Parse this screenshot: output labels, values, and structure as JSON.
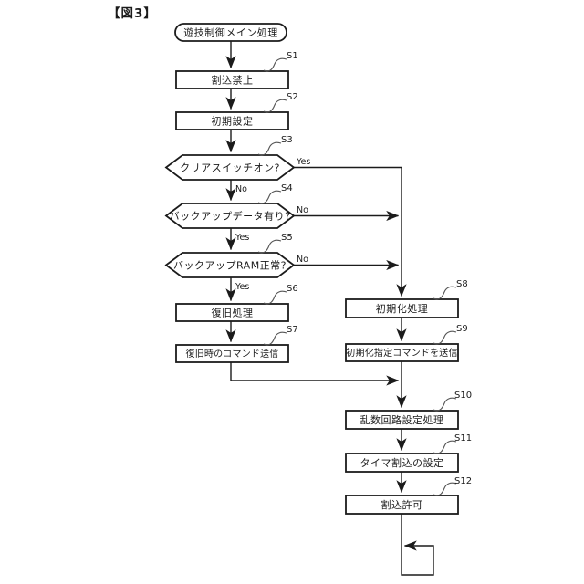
{
  "figure_label": "【図3】",
  "colors": {
    "line": "#1b1b1b",
    "background": "#ffffff"
  },
  "flowchart": {
    "start_label": "遊技制御メイン処理",
    "branch": {
      "yes": "Yes",
      "no": "No"
    },
    "steps": [
      {
        "id": "S1",
        "label": "割込禁止",
        "type": "process"
      },
      {
        "id": "S2",
        "label": "初期設定",
        "type": "process"
      },
      {
        "id": "S3",
        "label": "クリアスイッチオン?",
        "type": "decision"
      },
      {
        "id": "S4",
        "label": "バックアップデータ有り?",
        "type": "decision"
      },
      {
        "id": "S5",
        "label": "バックアップRAM正常?",
        "type": "decision"
      },
      {
        "id": "S6",
        "label": "復旧処理",
        "type": "process"
      },
      {
        "id": "S7",
        "label": "復旧時のコマンド送信",
        "type": "process"
      },
      {
        "id": "S8",
        "label": "初期化処理",
        "type": "process"
      },
      {
        "id": "S9",
        "label": "初期化指定コマンドを送信",
        "type": "process"
      },
      {
        "id": "S10",
        "label": "乱数回路設定処理",
        "type": "process"
      },
      {
        "id": "S11",
        "label": "タイマ割込の設定",
        "type": "process"
      },
      {
        "id": "S12",
        "label": "割込許可",
        "type": "process"
      }
    ]
  }
}
